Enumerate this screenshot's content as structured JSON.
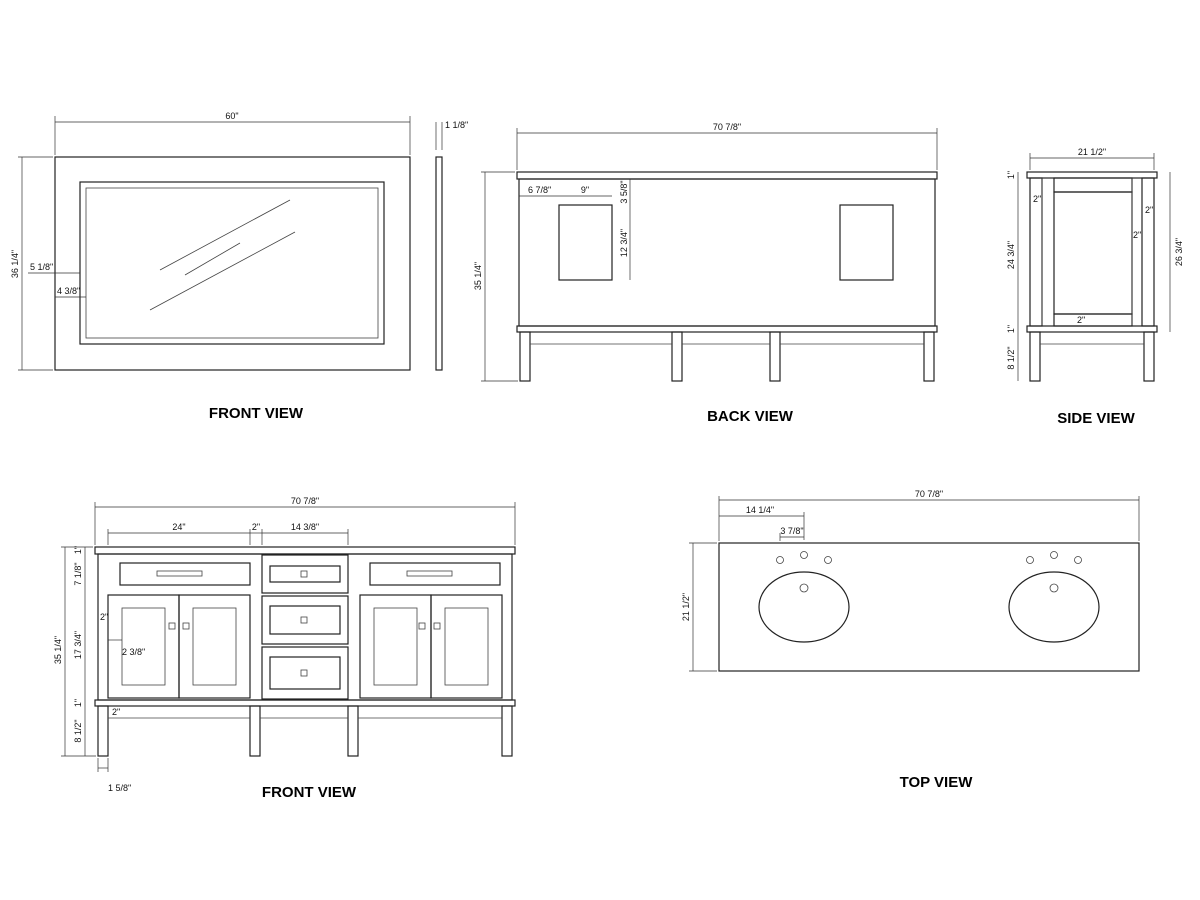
{
  "views": {
    "mirror_front": {
      "title": "FRONT VIEW",
      "width": "60\"",
      "height": "36 1/4\"",
      "depth": "1 1/8\"",
      "frame_side": "5 1/8\"",
      "frame_inner": "4 3/8\""
    },
    "back": {
      "title": "BACK VIEW",
      "width": "70 7/8\"",
      "height": "35 1/4\"",
      "cutout_offset": "6 7/8\"",
      "cutout_width": "9\"",
      "cutout_top": "3 5/8\"",
      "cutout_height": "12 3/4\""
    },
    "side": {
      "title": "SIDE VIEW",
      "width": "21 1/2\"",
      "top_thickness": "1\"",
      "rail": "2\"",
      "stile": "2\"",
      "panel": "2\"",
      "inner_height": "24 3/4\"",
      "overall_height": "26 3/4\"",
      "bottom_rail": "2\"",
      "base_rail": "1\"",
      "leg_height": "8 1/2\""
    },
    "cabinet_front": {
      "title": "FRONT VIEW",
      "width": "70 7/8\"",
      "section_left": "24\"",
      "section_gap": "2\"",
      "section_center": "14 3/8\"",
      "top_thickness": "1\"",
      "drawer_height": "7 1/8\"",
      "overall_height": "35 1/4\"",
      "door_height": "17 3/4\"",
      "rail": "2\"",
      "stile": "2 3/8\"",
      "base_rail": "1\"",
      "bottom_rail": "2\"",
      "leg_height": "8 1/2\"",
      "leg_width": "1 5/8\""
    },
    "top": {
      "title": "TOP VIEW",
      "width": "70 7/8\"",
      "faucet_offset": "14 1/4\"",
      "faucet_spacing": "3 7/8\"",
      "depth": "21 1/2\""
    }
  }
}
